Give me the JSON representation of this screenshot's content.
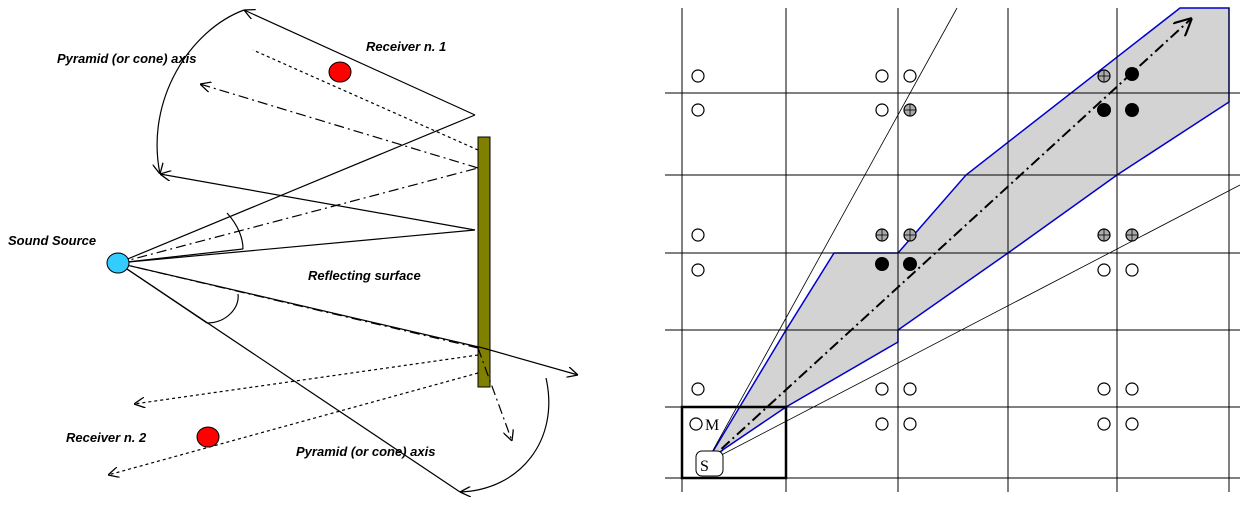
{
  "left_diagram": {
    "labels": {
      "receiver_1": "Receiver n. 1",
      "receiver_2": "Receiver n. 2",
      "axis_top": "Pyramid (or cone) axis",
      "axis_bottom": "Pyramid (or cone) axis",
      "sound_source": "Sound Source",
      "reflecting_surface": "Reflecting surface"
    },
    "colors": {
      "receiver": "#ff0000",
      "source": "#33ccff",
      "surface": "#808000"
    }
  },
  "right_diagram": {
    "labels": {
      "source_marker": "S",
      "microphone_marker": "M"
    },
    "colors": {
      "beam_fill": "#d3d3d3",
      "beam_stroke": "#0000cc"
    }
  }
}
